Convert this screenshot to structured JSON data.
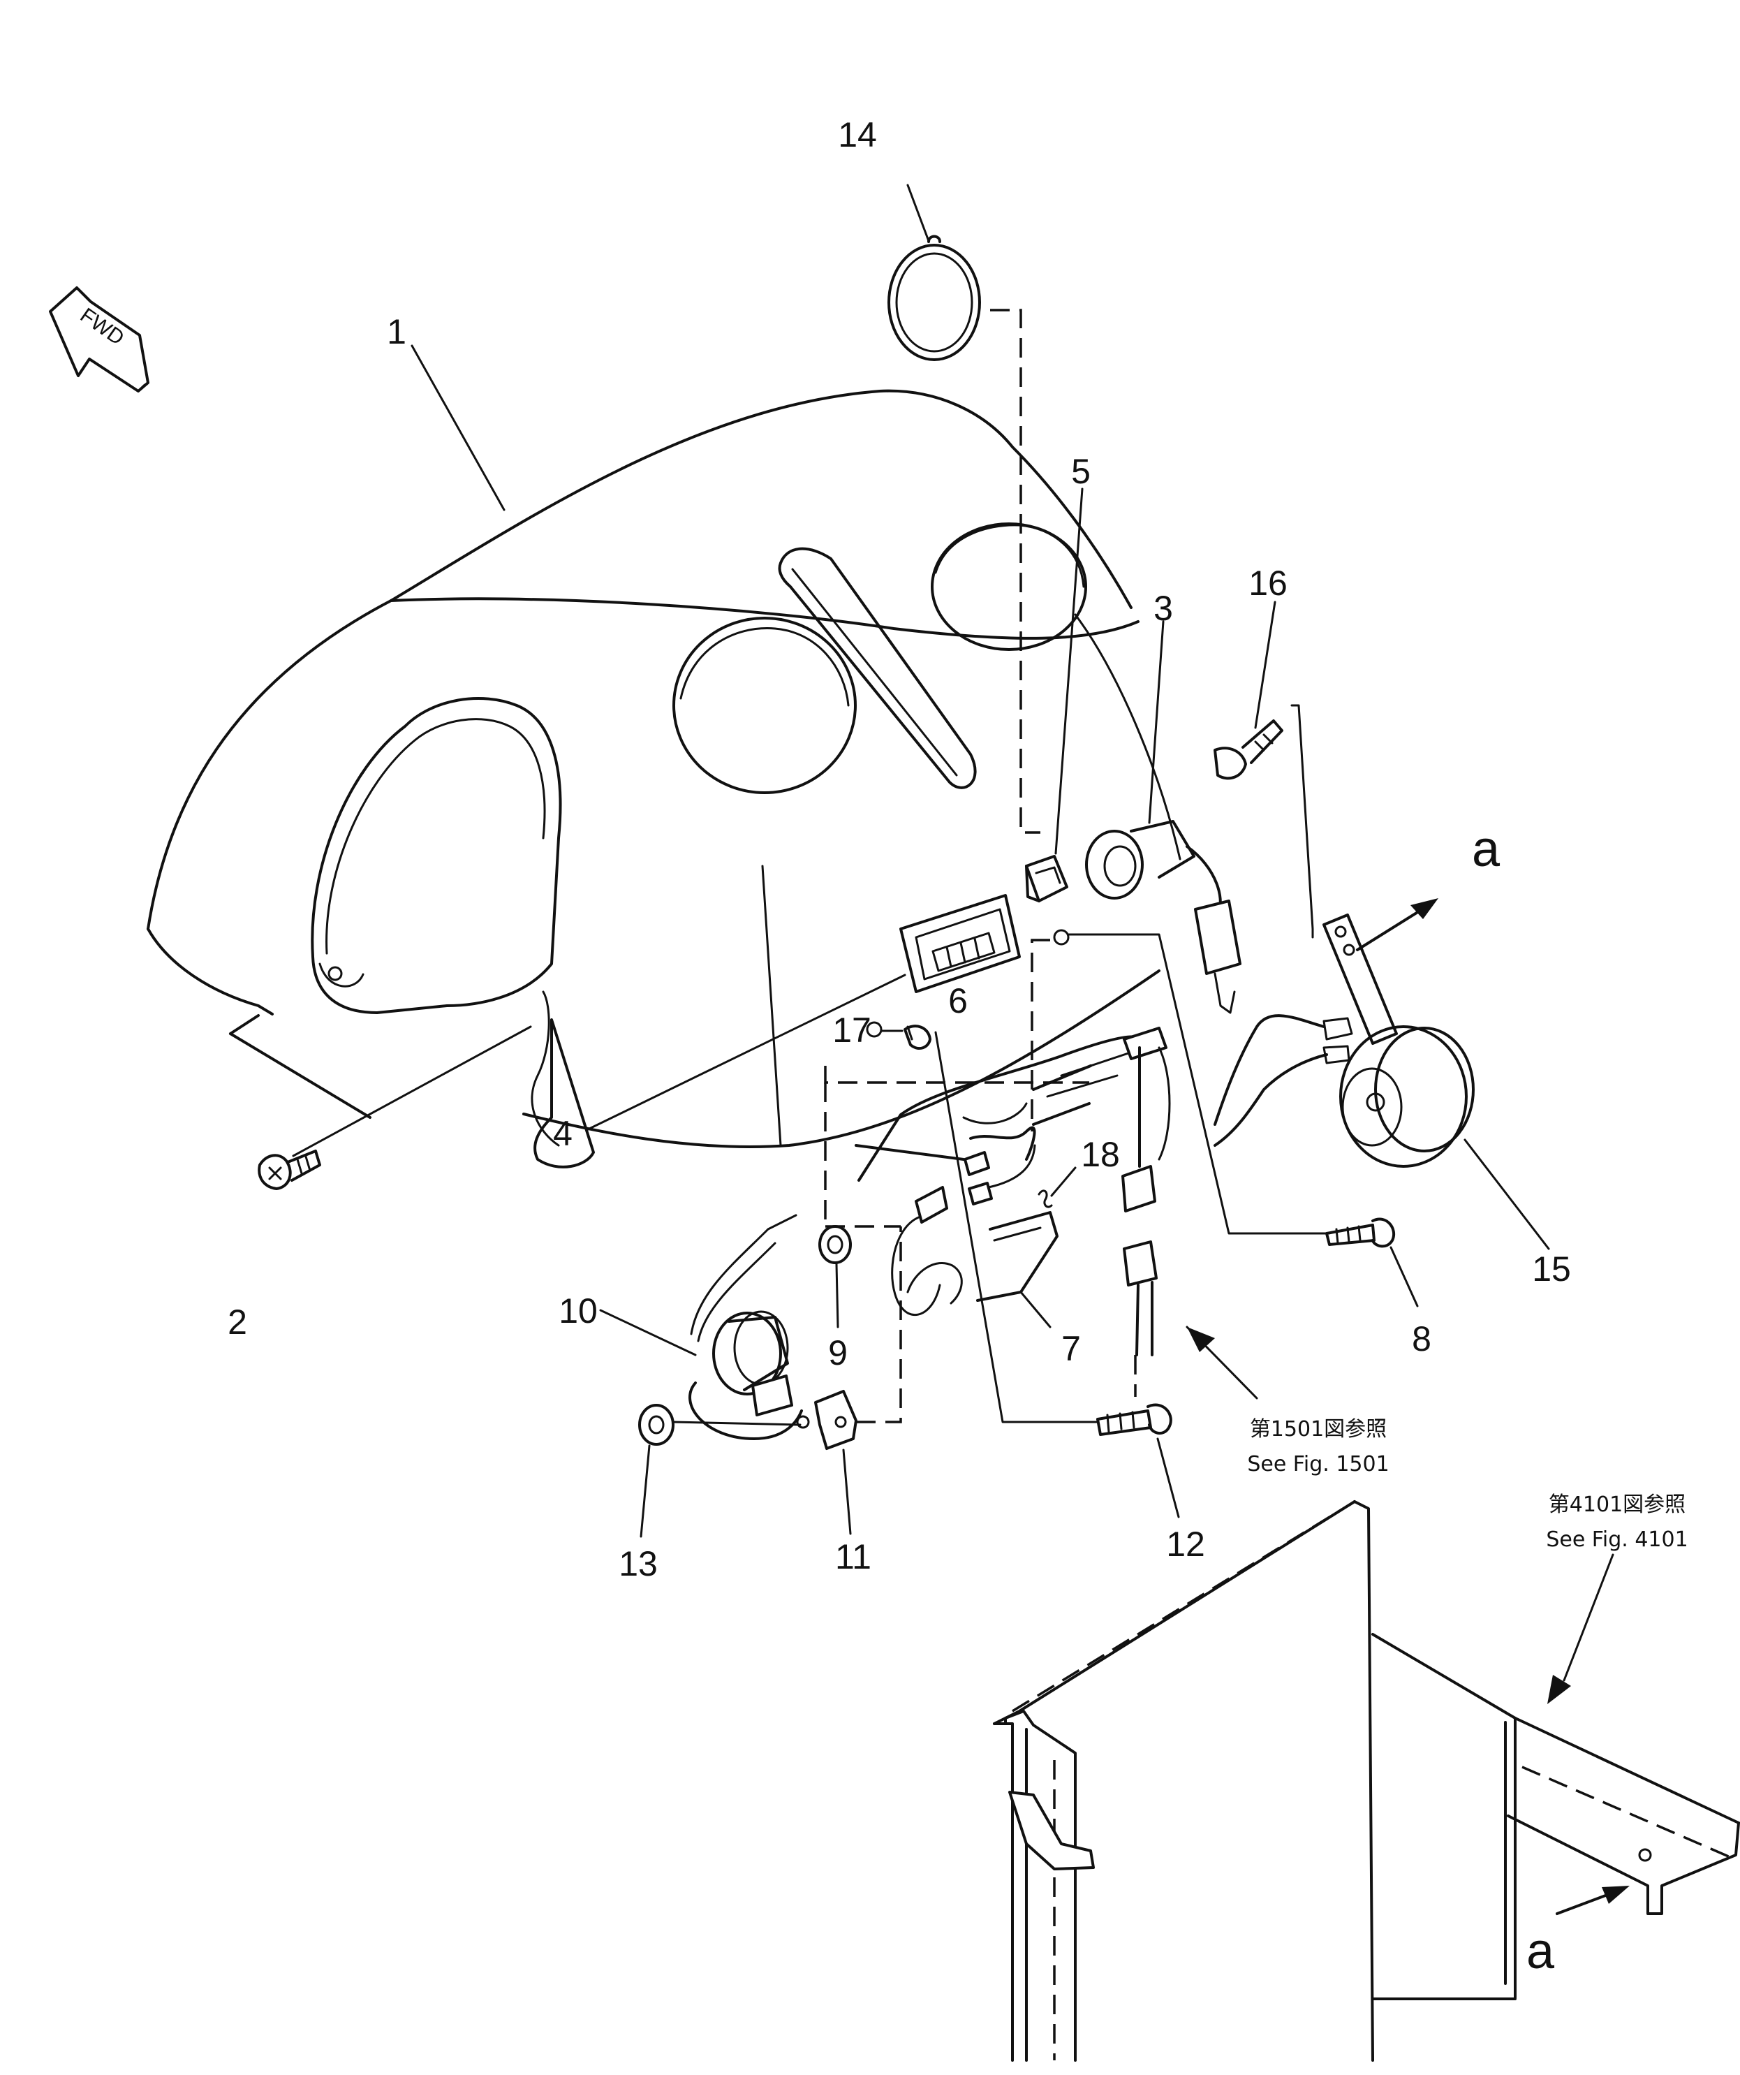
{
  "fwd_label": "FWD",
  "section_marker": "a",
  "callouts": [
    "1",
    "2",
    "3",
    "4",
    "5",
    "6",
    "7",
    "8",
    "9",
    "10",
    "11",
    "12",
    "13",
    "14",
    "15",
    "16",
    "17",
    "18"
  ],
  "refs": {
    "fig1501_jp": "第1501図参照",
    "fig1501_en": "See Fig. 1501",
    "fig4101_jp": "第4101図参照",
    "fig4101_en": "See Fig. 4101"
  }
}
